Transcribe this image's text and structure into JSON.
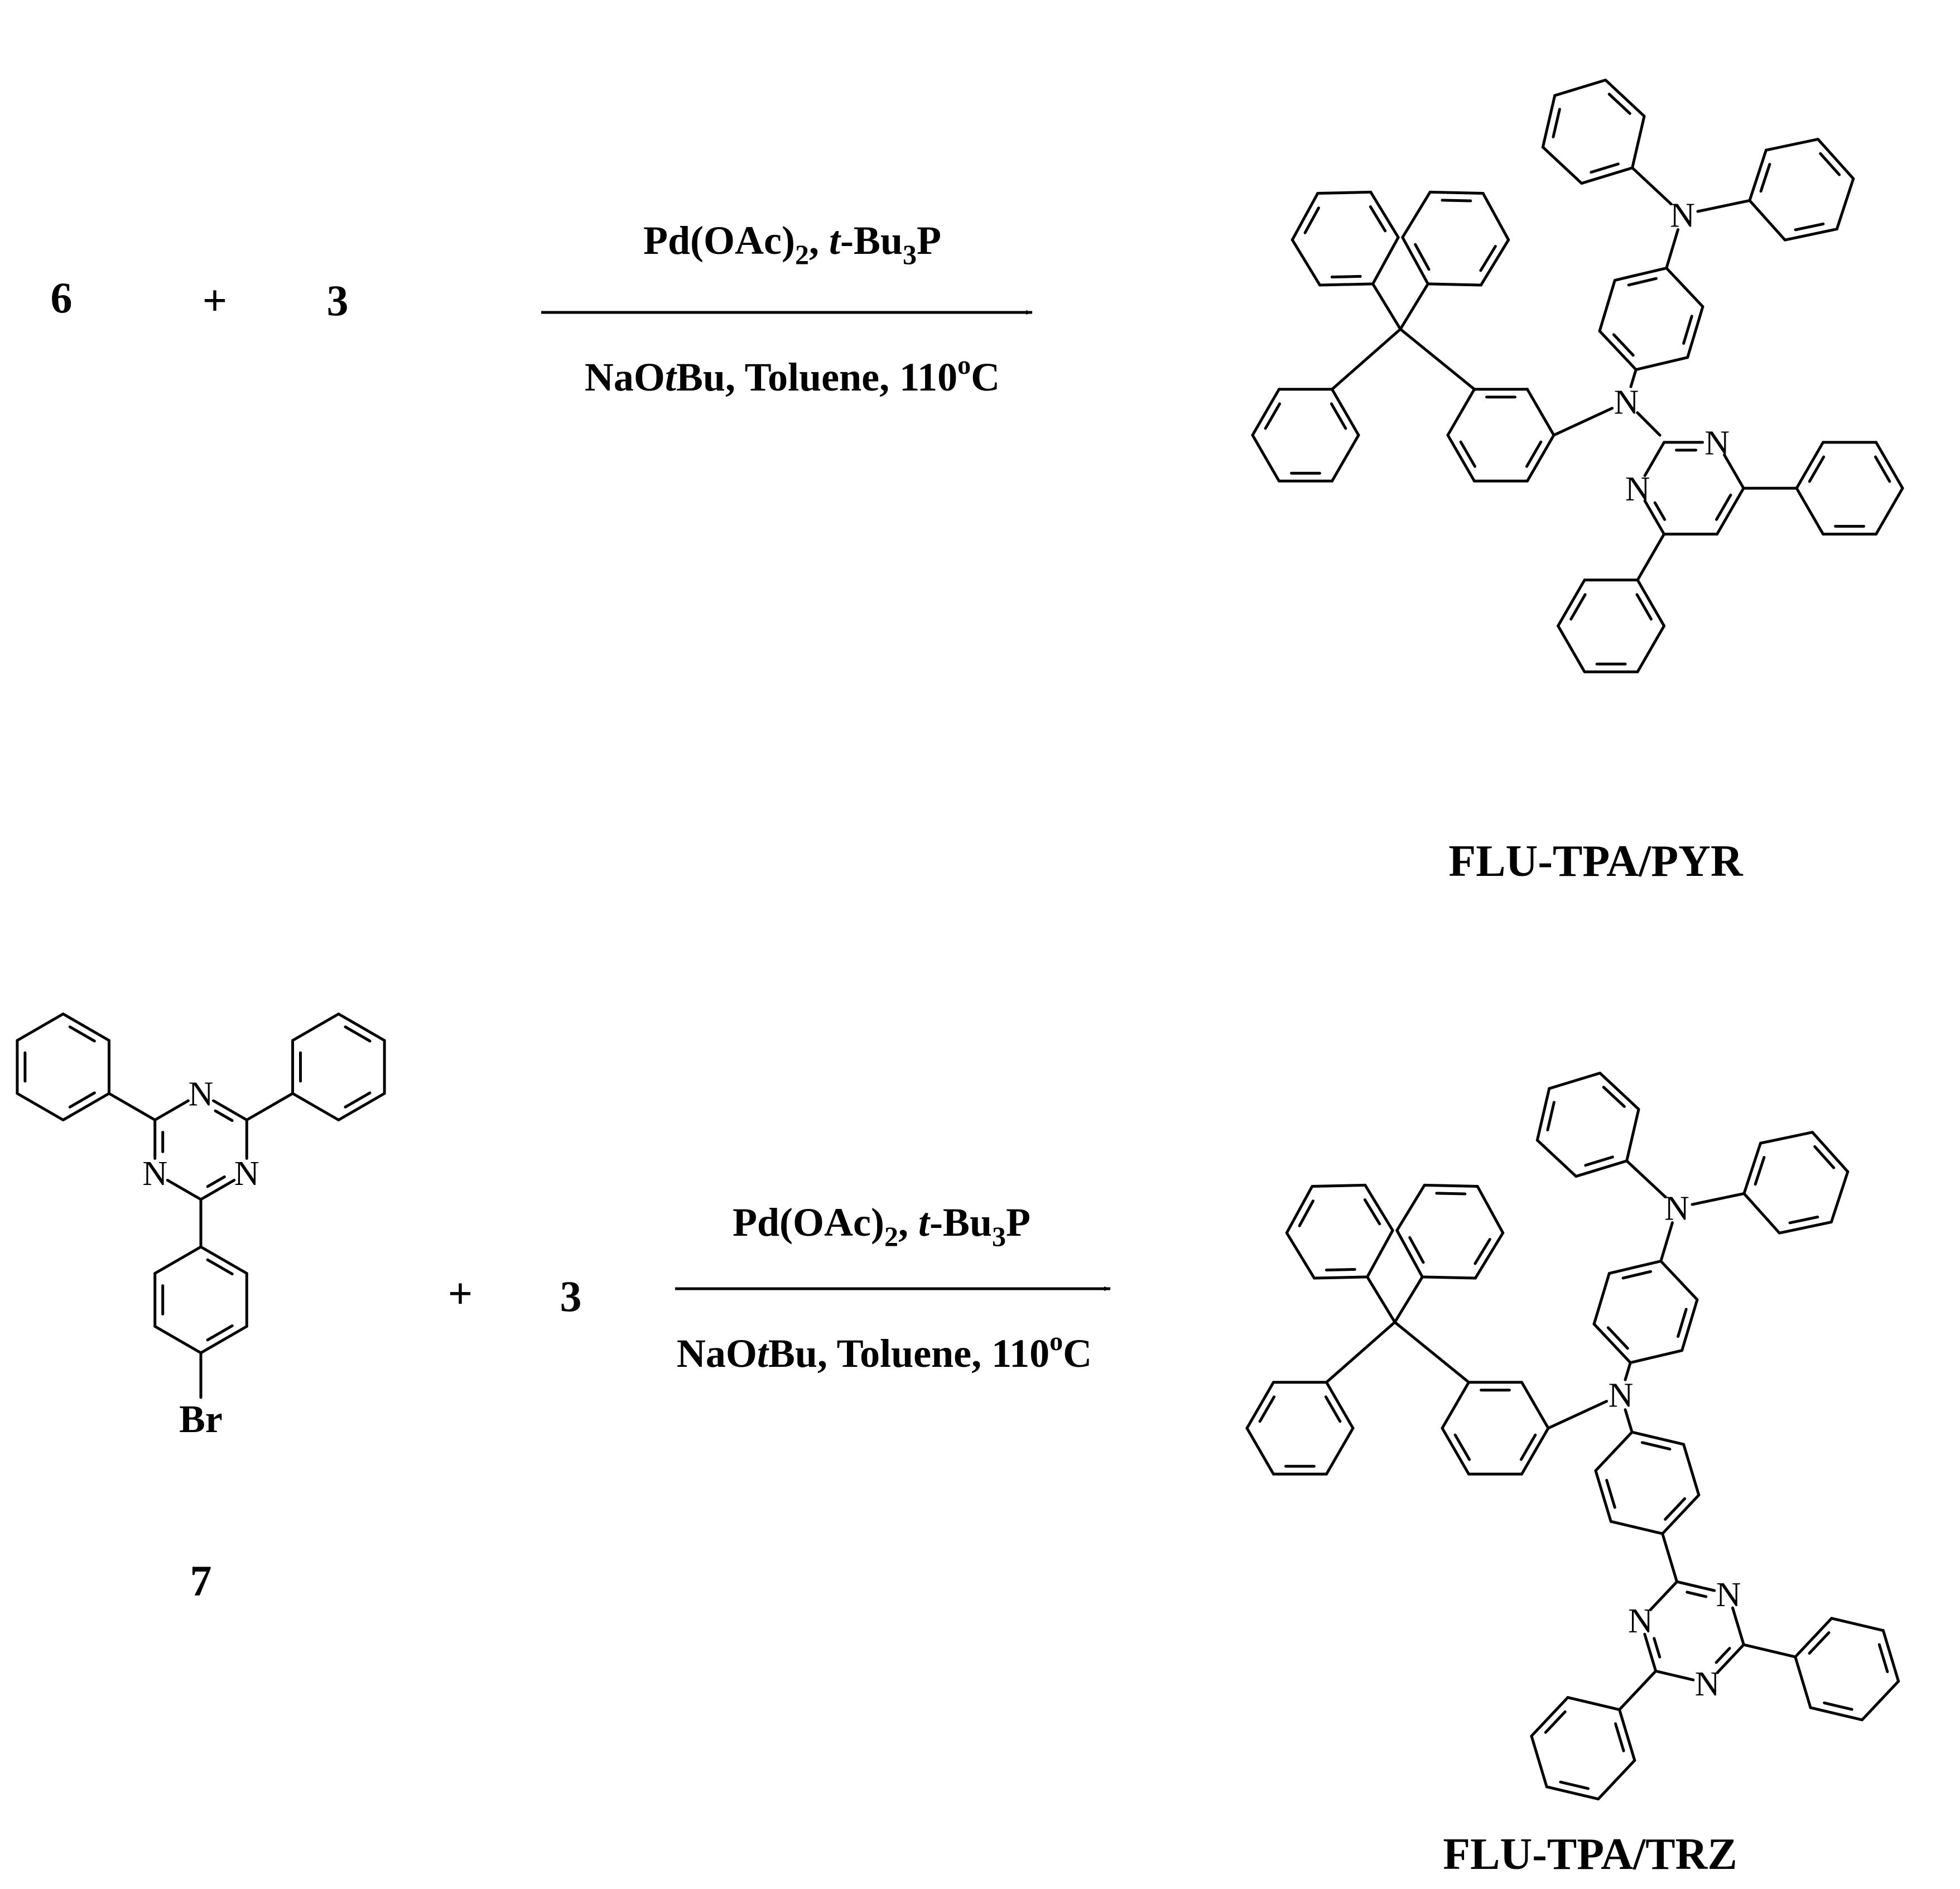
{
  "reaction1": {
    "reactant_a": "6",
    "plus": "+",
    "reactant_b": "3",
    "conditions_top": {
      "pre": "Pd(OAc)",
      "sub1": "2",
      "mid": ", ",
      "italic": "t",
      "post": "-Bu",
      "sub2": "3",
      "end": "P"
    },
    "conditions_bottom": {
      "pre": "NaO",
      "italic": "t",
      "post": "Bu, Toluene, 110",
      "sup": "o",
      "end": "C"
    },
    "product_label": "FLU-TPA/PYR"
  },
  "reaction2": {
    "reactant_label": "7",
    "substituent": "Br",
    "plus": "+",
    "reactant_b": "3",
    "conditions_top": {
      "pre": "Pd(OAc)",
      "sub1": "2",
      "mid": ", ",
      "italic": "t",
      "post": "-Bu",
      "sub2": "3",
      "end": "P"
    },
    "conditions_bottom": {
      "pre": "NaO",
      "italic": "t",
      "post": "Bu, Toluene, 110",
      "sup": "o",
      "end": "C"
    },
    "product_label": "FLU-TPA/TRZ"
  },
  "atoms": {
    "nitrogen": "N",
    "bromine": "Br"
  }
}
